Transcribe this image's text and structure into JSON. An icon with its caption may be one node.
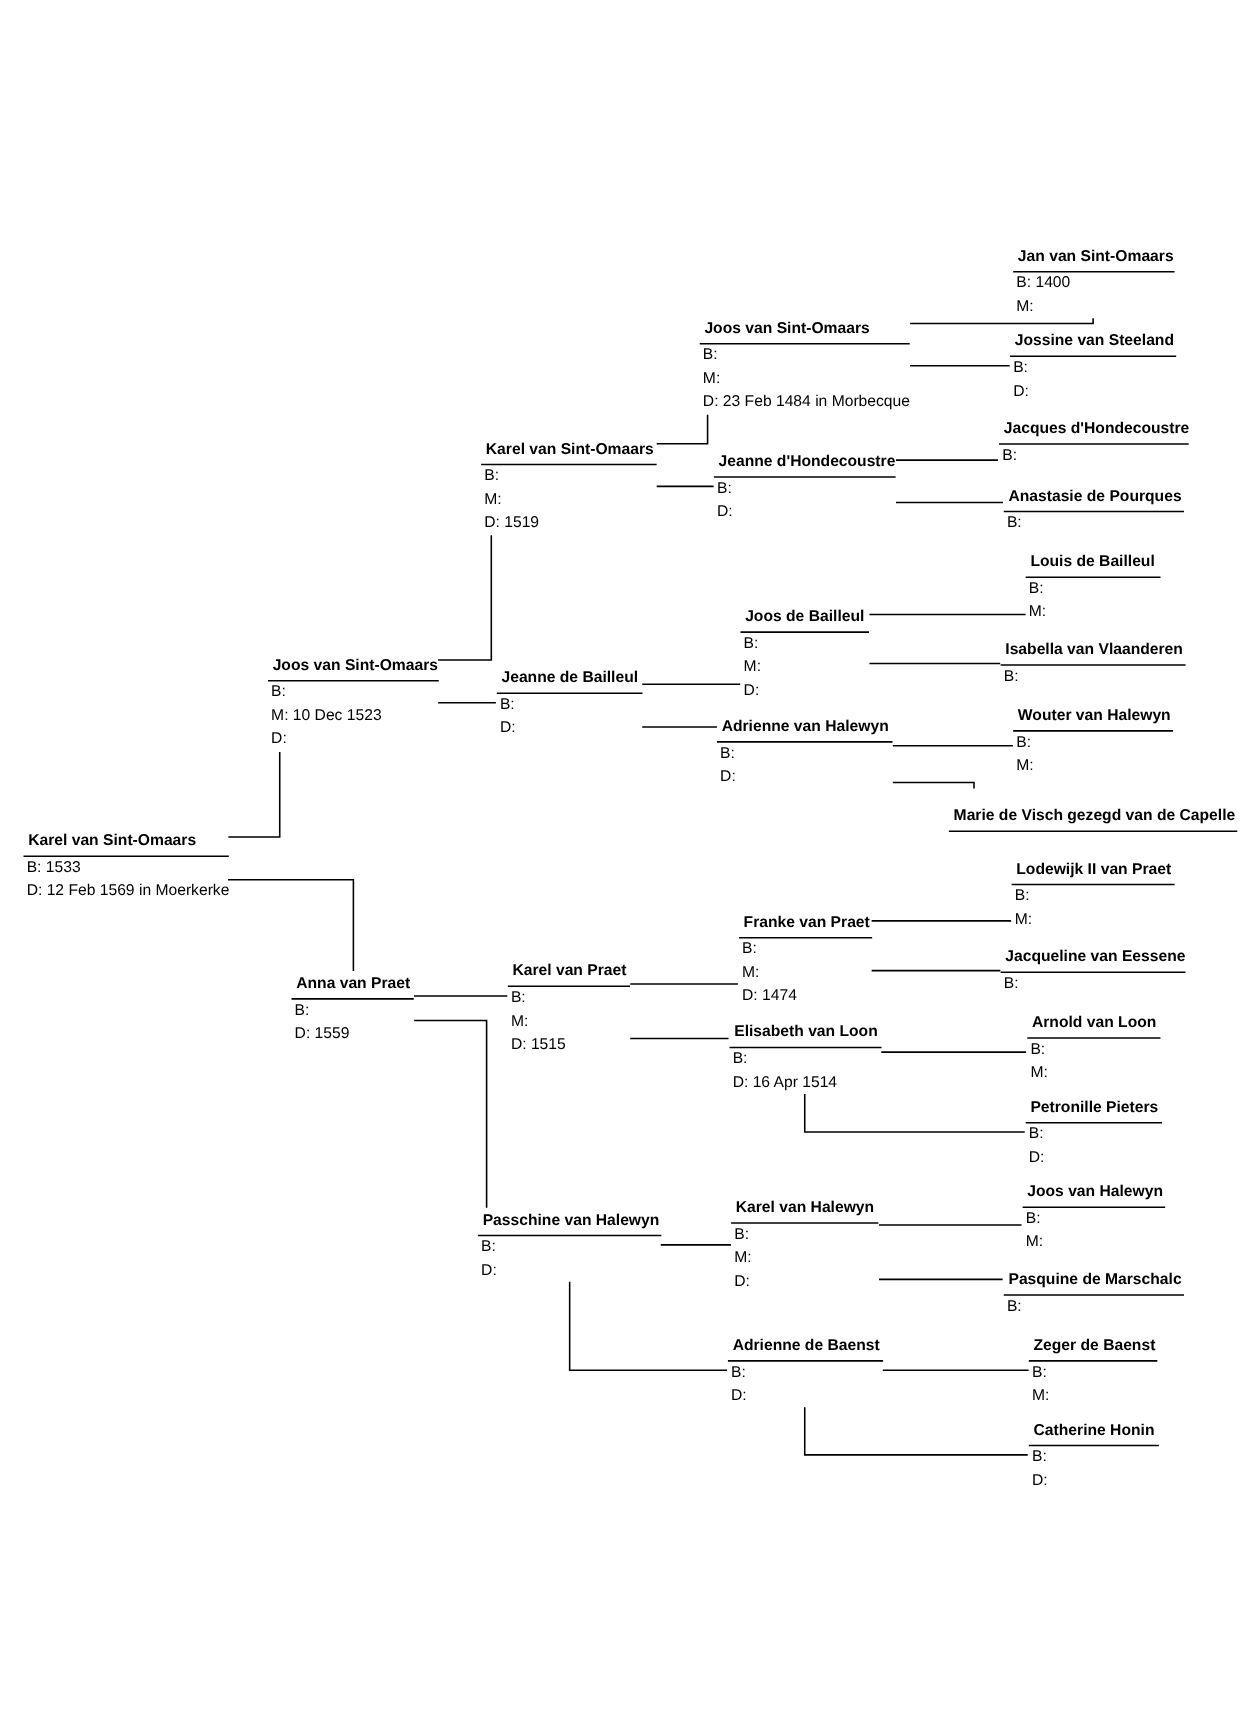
{
  "diagram": {
    "nodes": [
      {
        "text": [
          "Karel van Sint-Omaars",
          "B: 1533",
          "D: 12 Feb 1569 in Moerkerke"
        ]
      },
      {
        "text": [
          "Joos van Sint-Omaars",
          "B:",
          "M: 10 Dec 1523",
          "D:"
        ]
      },
      {
        "text": [
          "Anna van Praet",
          "B:",
          "D: 1559"
        ]
      },
      {
        "text": [
          "Karel van Sint-Omaars",
          "B:",
          "M:",
          "D: 1519"
        ]
      },
      {
        "text": [
          "Jeanne de Bailleul",
          "B:",
          "D:"
        ]
      },
      {
        "text": [
          "Karel van Praet",
          "B:",
          "M:",
          "D: 1515"
        ]
      },
      {
        "text": [
          "Passchine van Halewyn",
          "B:",
          "D:"
        ]
      },
      {
        "text": [
          "Joos van Sint-Omaars",
          "B:",
          "M:",
          "D: 23 Feb 1484 in Morbecque"
        ]
      },
      {
        "text": [
          "Jeanne d'Hondecoustre",
          "B:",
          "D:"
        ]
      },
      {
        "text": [
          "Joos de Bailleul",
          "B:",
          "M:",
          "D:"
        ]
      },
      {
        "text": [
          "Adrienne van Halewyn",
          "B:",
          "D:"
        ]
      },
      {
        "text": [
          "Franke van Praet",
          "B:",
          "M:",
          "D: 1474"
        ]
      },
      {
        "text": [
          "Elisabeth van Loon",
          "B:",
          "D: 16 Apr 1514"
        ]
      },
      {
        "text": [
          "Karel van Halewyn",
          "B:",
          "M:",
          "D:"
        ]
      },
      {
        "text": [
          "Adrienne de Baenst",
          "B:",
          "D:"
        ]
      },
      {
        "text": [
          "Jan van Sint-Omaars",
          "B: 1400",
          "M:"
        ]
      },
      {
        "text": [
          "Jossine van Steeland",
          "B:",
          "D:"
        ]
      },
      {
        "text": [
          "Jacques d'Hondecoustre",
          "B:"
        ]
      },
      {
        "text": [
          "Anastasie de Pourques",
          "B:"
        ]
      },
      {
        "text": [
          "Louis de Bailleul",
          "B:",
          "M:"
        ]
      },
      {
        "text": [
          "Isabella van Vlaanderen",
          "B:"
        ]
      },
      {
        "text": [
          "Wouter van Halewyn",
          "B:",
          "M:"
        ]
      },
      {
        "text": [
          "Marie de Visch gezegd van de Capelle"
        ]
      },
      {
        "text": [
          "Lodewijk II van Praet",
          "B:",
          "M:"
        ]
      },
      {
        "text": [
          "Jacqueline van Eessene",
          "B:"
        ]
      },
      {
        "text": [
          "Arnold van Loon",
          "B:",
          "M:"
        ]
      },
      {
        "text": [
          "Petronille Pieters",
          "B:",
          "D:"
        ]
      },
      {
        "text": [
          "Joos van Halewyn",
          "B:",
          "M:"
        ]
      },
      {
        "text": [
          "Pasquine de Marschalc",
          "B:"
        ]
      },
      {
        "text": [
          "Zeger de Baenst",
          "B:",
          "M:"
        ]
      },
      {
        "text": [
          "Catherine Honin",
          "B:",
          "D:"
        ]
      }
    ],
    "edges": [
      {
        "from": 0,
        "to": 1,
        "arrow": "none"
      },
      {
        "from": 0,
        "to": 2,
        "arrow": "none"
      },
      {
        "from": 1,
        "to": 3,
        "arrow": "none"
      },
      {
        "from": 1,
        "to": 4,
        "arrow": "none"
      },
      {
        "from": 2,
        "to": 5,
        "arrow": "none"
      },
      {
        "from": 2,
        "to": 6,
        "arrow": "none"
      },
      {
        "from": 3,
        "to": 7,
        "arrow": "none"
      },
      {
        "from": 3,
        "to": 8,
        "arrow": "none"
      },
      {
        "from": 4,
        "to": 9,
        "arrow": "none"
      },
      {
        "from": 4,
        "to": 10,
        "arrow": "none"
      },
      {
        "from": 5,
        "to": 11,
        "arrow": "none"
      },
      {
        "from": 5,
        "to": 12,
        "arrow": "none"
      },
      {
        "from": 6,
        "to": 13,
        "arrow": "none"
      },
      {
        "from": 6,
        "to": 14,
        "arrow": "none"
      },
      {
        "from": 7,
        "to": 15,
        "arrow": "none"
      },
      {
        "from": 7,
        "to": 16,
        "arrow": "none"
      },
      {
        "from": 8,
        "to": 17,
        "arrow": "none"
      },
      {
        "from": 8,
        "to": 18,
        "arrow": "none"
      },
      {
        "from": 9,
        "to": 19,
        "arrow": "none"
      },
      {
        "from": 9,
        "to": 20,
        "arrow": "none"
      },
      {
        "from": 10,
        "to": 21,
        "arrow": "none"
      },
      {
        "from": 10,
        "to": 22,
        "arrow": "none"
      },
      {
        "from": 11,
        "to": 23,
        "arrow": "none"
      },
      {
        "from": 11,
        "to": 24,
        "arrow": "none"
      },
      {
        "from": 12,
        "to": 25,
        "arrow": "none"
      },
      {
        "from": 12,
        "to": 26,
        "arrow": "none"
      },
      {
        "from": 13,
        "to": 27,
        "arrow": "none"
      },
      {
        "from": 13,
        "to": 28,
        "arrow": "none"
      },
      {
        "from": 14,
        "to": 29,
        "arrow": "none"
      },
      {
        "from": 14,
        "to": 30,
        "arrow": "none"
      }
    ]
  }
}
